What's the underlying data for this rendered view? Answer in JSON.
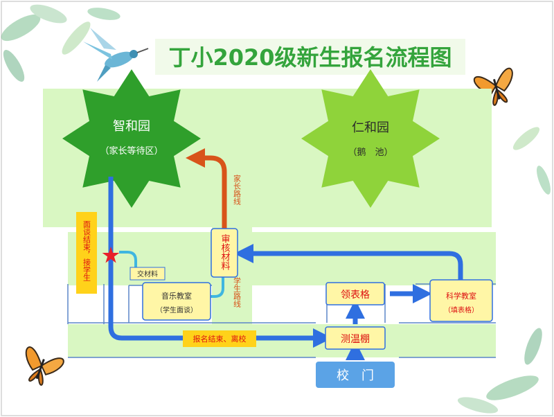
{
  "title": "丁小2020级新生报名流程图",
  "zhihe": {
    "name": "智和园",
    "sub": "（家长等待区）"
  },
  "renhe": {
    "name": "仁和园",
    "sub": "（鹅　池）"
  },
  "parent_route": "家长路线",
  "student_route": "学生路线",
  "interview_done": "面谈结束，接学生",
  "review": "审核材料",
  "submit": "交材料",
  "music": {
    "name": "音乐教室",
    "sub": "（学生面谈）"
  },
  "form": "领表格",
  "science": {
    "name": "科学教室",
    "sub": "（填表格）"
  },
  "done_leave": "报名结束、离校",
  "temperature": "测温棚",
  "gate": "校　门",
  "colors": {
    "title_green": "#34a43c",
    "star_dark": "#2f9f2b",
    "star_light": "#8fd33a",
    "road_green": "#d9f7c2",
    "blue_arrow": "#2f6fe0",
    "orange_arrow": "#d8541a",
    "yellow_box": "#fff6a6",
    "gate_blue": "#5ba3e6"
  }
}
